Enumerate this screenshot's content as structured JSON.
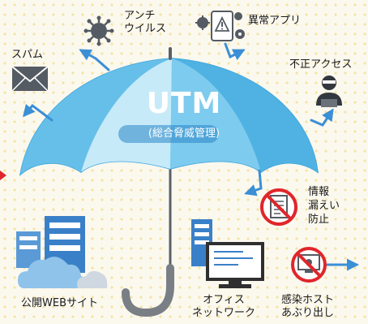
{
  "umbrella": {
    "title": "UTM",
    "subtitle": "(総合脅威管理)"
  },
  "threats": {
    "antivirus": {
      "label_line1": "アンチ",
      "label_line2": "ウイルス",
      "icon": "virus-icon"
    },
    "abnormal_app": {
      "label": "異常アプリ",
      "icon": "malicious-app-icon"
    },
    "spam": {
      "label": "スパム",
      "icon": "envelope-icon"
    },
    "unauthorized_access": {
      "label": "不正アクセス",
      "icon": "hacker-icon"
    },
    "leak_prevention": {
      "label_line1": "情報",
      "label_line2": "漏えい",
      "label_line3": "防止",
      "icon": "no-document-icon"
    },
    "infected_host": {
      "label_line1": "感染ホスト",
      "label_line2": "あぶり出し",
      "icon": "no-infected-pc-icon"
    }
  },
  "protected": {
    "public_web": {
      "label": "公開WEBサイト",
      "icon": "server-cloud-icon"
    },
    "office_network": {
      "label_line1": "オフィス",
      "label_line2": "ネットワーク",
      "icon": "office-pc-icon"
    }
  },
  "colors": {
    "umbrella_light": "#bfe6f7",
    "umbrella_mid": "#7dcbee",
    "umbrella_dark": "#3aa3dc",
    "arrow": "#3b8fd6",
    "prohibit": "#e0262b",
    "handle": "#7a7f86"
  }
}
